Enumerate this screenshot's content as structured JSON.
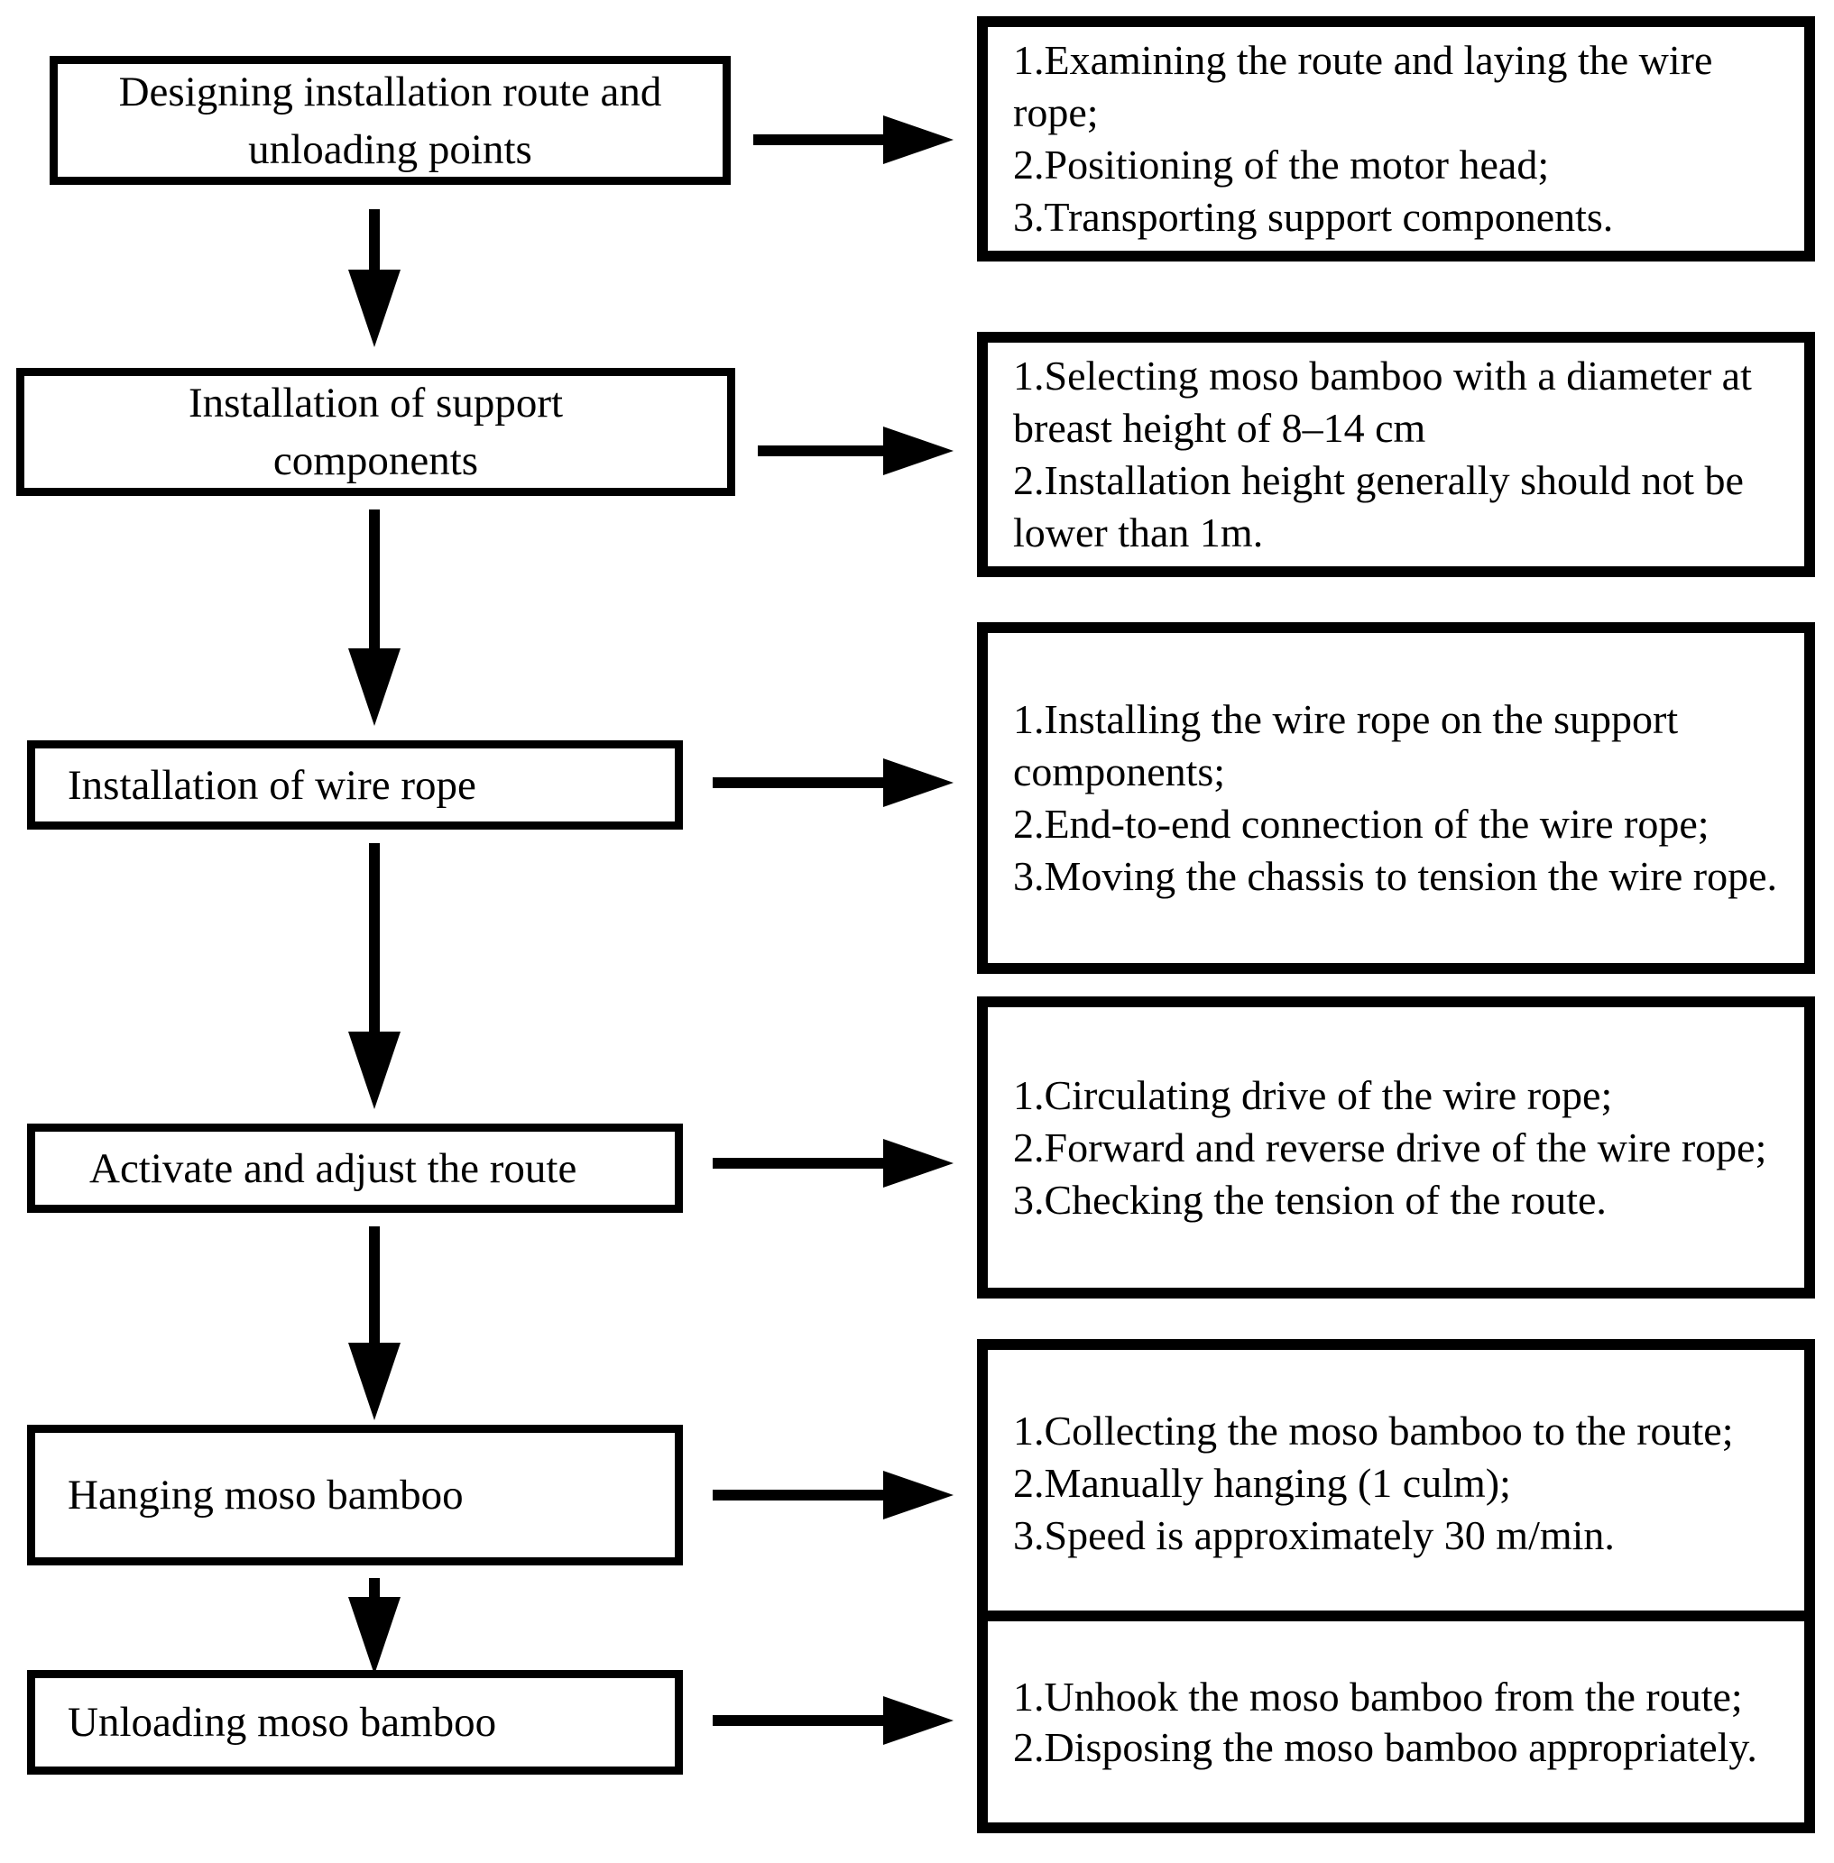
{
  "diagram": {
    "background": "#ffffff",
    "ink": "#000000",
    "steps": [
      {
        "lines": [
          "Designing installation route and",
          "unloading points"
        ],
        "details": [
          "1.Examining the route and laying the wire rope;",
          "2.Positioning of the motor head;",
          "3.Transporting support components."
        ]
      },
      {
        "lines": [
          "Installation of support",
          "components"
        ],
        "details": [
          "1.Selecting moso bamboo with a diameter at breast height of 8–14 cm",
          "2.Installation height generally should not be lower than 1m."
        ]
      },
      {
        "lines": [
          "Installation of wire rope"
        ],
        "details": [
          "1.Installing the wire rope on the support components;",
          "2.End-to-end connection of the wire rope;",
          "3.Moving the chassis to tension the wire rope."
        ]
      },
      {
        "lines": [
          "Activate and adjust the route"
        ],
        "details": [
          "1.Circulating drive of the wire rope;",
          "2.Forward and reverse drive of the wire rope;",
          "3.Checking the tension of the route."
        ]
      },
      {
        "lines": [
          "Hanging moso bamboo"
        ],
        "details": [
          "1.Collecting the moso bamboo to the route;",
          "2.Manually hanging (1 culm);",
          "3.Speed is approximately 30 m/min."
        ]
      },
      {
        "lines": [
          "Unloading moso bamboo"
        ],
        "details": [
          "1.Unhook the moso bamboo from the route;",
          "2.Disposing the moso bamboo appropriately."
        ]
      }
    ]
  }
}
